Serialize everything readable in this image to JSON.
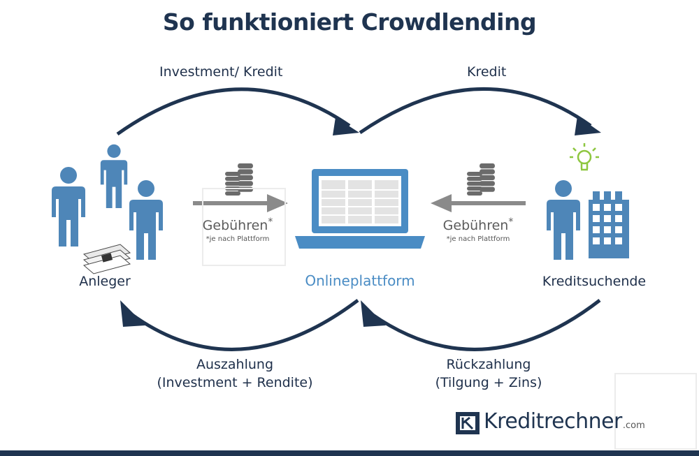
{
  "title": "So funktioniert Crowdlending",
  "arrows": {
    "top_left": "Investment/ Kredit",
    "top_right": "Kredit",
    "bottom_left_line1": "Auszahlung",
    "bottom_left_line2": "(Investment + Rendite)",
    "bottom_right_line1": "Rückzahlung",
    "bottom_right_line2": "(Tilgung + Zins)"
  },
  "nodes": {
    "investors": "Anleger",
    "platform": "Onlineplattform",
    "borrowers": "Kreditsuchende"
  },
  "fees": {
    "left_label": "Gebühren",
    "left_mark": "*",
    "left_note": "*je nach Plattform",
    "right_label": "Gebühren",
    "right_mark": "*",
    "right_note": "*je nach Plattform"
  },
  "brand": {
    "name": "Kreditrechner",
    "tld": ".com"
  },
  "colors": {
    "navy": "#1f3450",
    "person_blue": "#4e86b8",
    "platform_blue": "#4a8cc4",
    "coin_gray": "#6b6b6b",
    "bulb_green": "#8dc63f"
  },
  "icons": [
    "investor-person-icon",
    "money-stack-icon",
    "coin-stack-icon",
    "laptop-icon",
    "lightbulb-icon",
    "building-icon",
    "borrower-person-icon",
    "kreditrechner-logo-icon"
  ]
}
